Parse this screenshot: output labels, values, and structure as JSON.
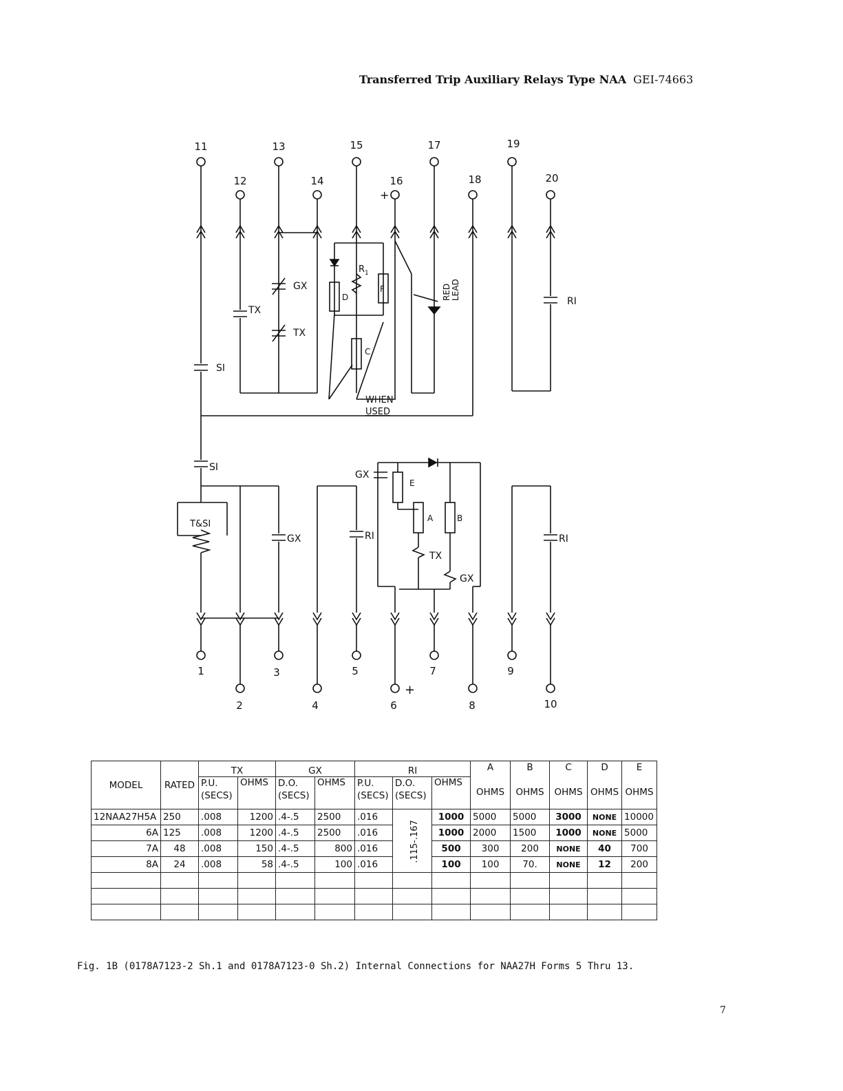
{
  "header": {
    "title": "Transferred Trip Auxiliary Relays Type NAA",
    "code": "GEI-74663"
  },
  "diagram": {
    "top_terminals": [
      "11",
      "12",
      "13",
      "14",
      "15",
      "16",
      "17",
      "18",
      "19",
      "20"
    ],
    "bottom_terminals": [
      "1",
      "2",
      "3",
      "4",
      "5",
      "6",
      "7",
      "8",
      "9",
      "10"
    ],
    "labels": {
      "si_top": "SI",
      "si_bottom": "SI",
      "tx_contact": "TX",
      "gx_contact": "GX",
      "tx_contact2": "TX",
      "d": "D",
      "r1": "R",
      "r1_sub": "1",
      "f": "F",
      "c": "C",
      "when_used_1": "WHEN",
      "when_used_2": "USED",
      "red_lead_1": "RED",
      "red_lead_2": "LEAD",
      "ri_top": "RI",
      "tsi": "T&SI",
      "gx_bottom": "GX",
      "gx_coil": "GX",
      "ri_bottom": "RI",
      "e": "E",
      "a": "A",
      "b": "B",
      "tx_coil": "TX",
      "gx_coil2": "GX",
      "ri_right": "RI",
      "plus_top": "+",
      "plus_bottom": "+"
    }
  },
  "table": {
    "headers": {
      "model": "MODEL",
      "rated": "RATED",
      "tx": "TX",
      "gx": "GX",
      "ri": "RI",
      "a": "A",
      "b": "B",
      "c": "C",
      "d": "D",
      "e": "E",
      "pu_1": "P.U.",
      "pu_2": "(SECS)",
      "ohms": "OHMS",
      "do_1": "D.O.",
      "do_2": "(SECS)"
    },
    "rows": [
      {
        "model": "12NAA27H5A",
        "rated": "250",
        "tx_pu": ".008",
        "tx_ohms": "1200",
        "gx_do": ".4-.5",
        "gx_ohms": "2500",
        "ri_pu": ".016",
        "ri_ohms": "1000",
        "a": "5000",
        "b": "5000",
        "c": "3000",
        "d": "NONE",
        "e": "10000"
      },
      {
        "model": "6A",
        "rated": "125",
        "tx_pu": ".008",
        "tx_ohms": "1200",
        "gx_do": ".4-.5",
        "gx_ohms": "2500",
        "ri_pu": ".016",
        "ri_ohms": "1000",
        "a": "2000",
        "b": "1500",
        "c": "1000",
        "d": "NONE",
        "e": "5000"
      },
      {
        "model": "7A",
        "rated": "48",
        "tx_pu": ".008",
        "tx_ohms": "150",
        "gx_do": ".4-.5",
        "gx_ohms": "800",
        "ri_pu": ".016",
        "ri_ohms": "500",
        "a": "300",
        "b": "200",
        "c": "NONE",
        "d": "40",
        "e": "700"
      },
      {
        "model": "8A",
        "rated": "24",
        "tx_pu": ".008",
        "tx_ohms": "58",
        "gx_do": ".4-.5",
        "gx_ohms": "100",
        "ri_pu": ".016",
        "ri_ohms": "100",
        "a": "100",
        "b": "70.",
        "c": "NONE",
        "d": "12",
        "e": "200"
      }
    ],
    "ri_do_merged": ".115-.167"
  },
  "caption": "Fig. 1B (0178A7123-2 Sh.1 and 0178A7123-0 Sh.2) Internal Connections for NAA27H Forms 5 Thru 13.",
  "page_number": "7"
}
